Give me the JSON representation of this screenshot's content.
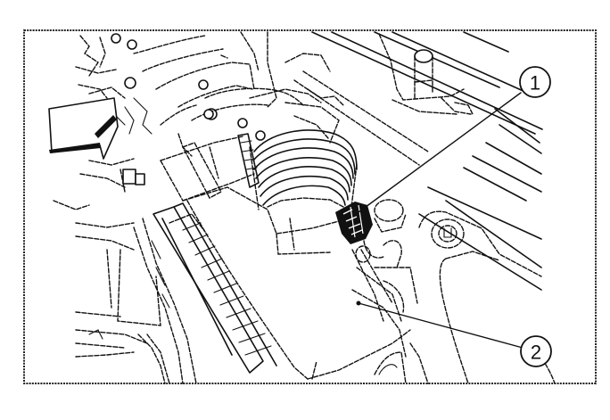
{
  "figure": {
    "type": "service-manual-line-illustration",
    "subject": "engine compartment - air cleaner case and harness connector",
    "frame_color": "#222222",
    "line_color": "#111111",
    "background_color": "#ffffff"
  },
  "callouts": [
    {
      "number": "1",
      "target": "harness-connector"
    },
    {
      "number": "2",
      "target": "air-cleaner-case"
    }
  ],
  "arrow": {
    "icon": "direction-arrow-icon",
    "meaning": "vehicle front direction"
  }
}
